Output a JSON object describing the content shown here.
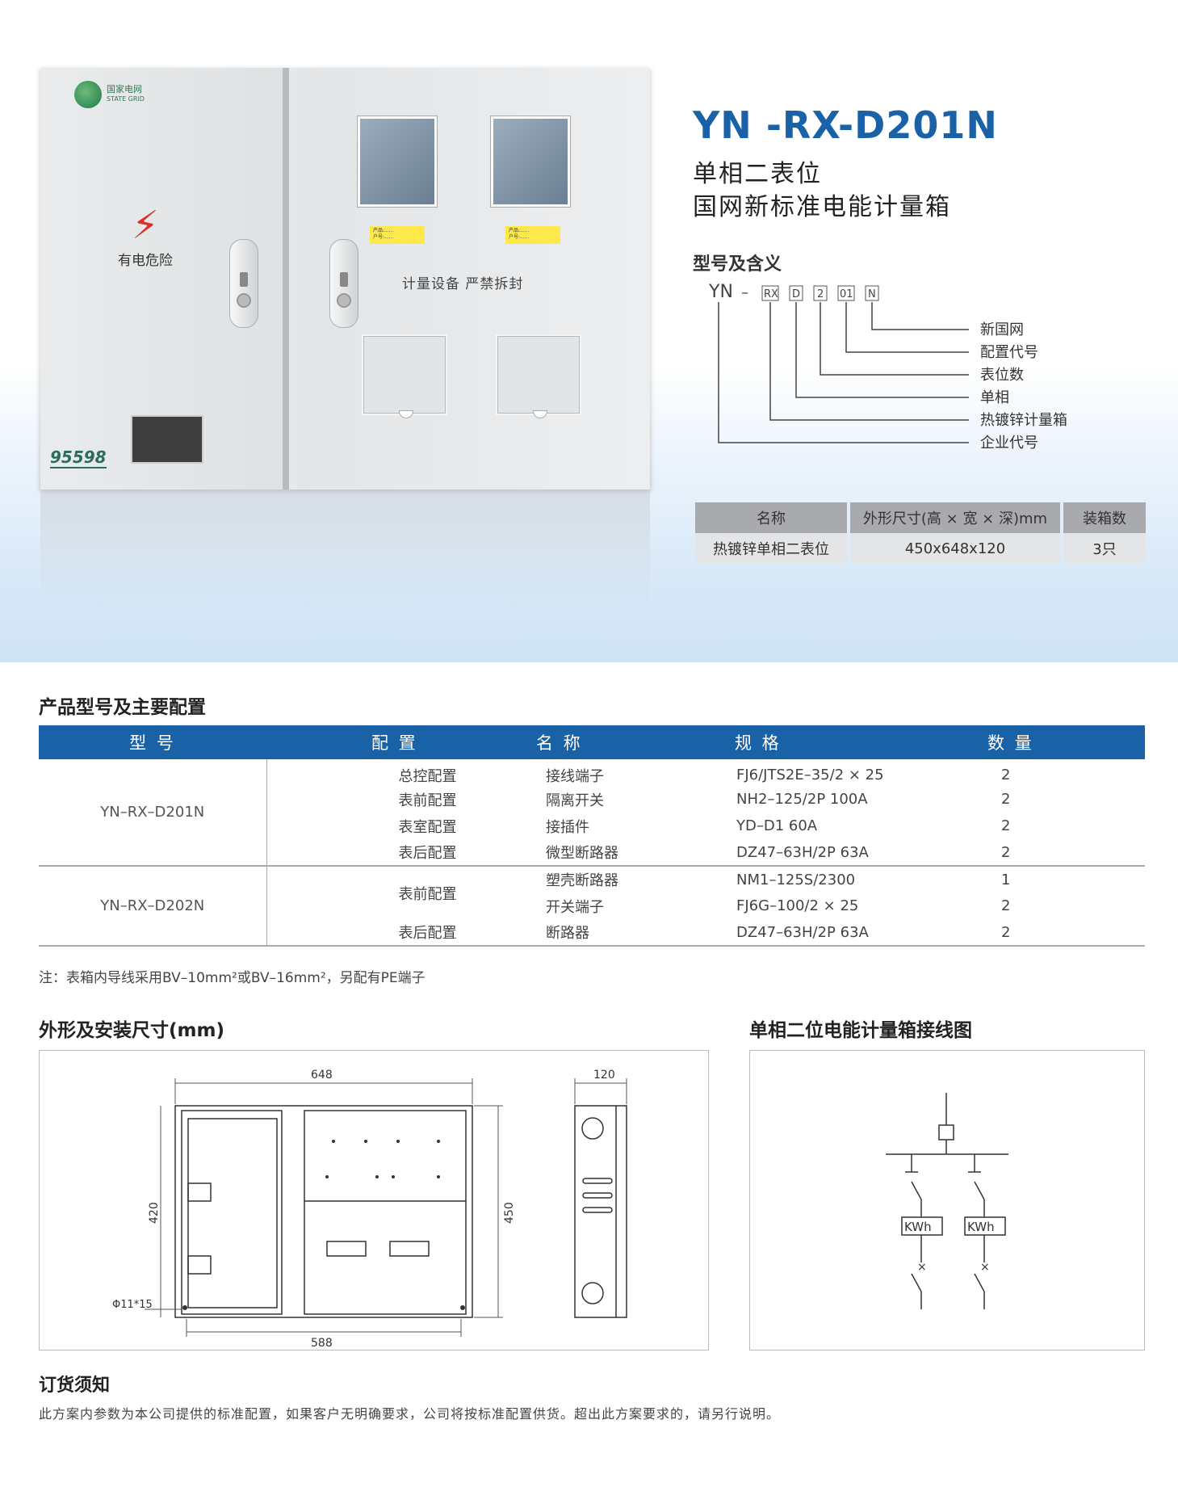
{
  "product": {
    "model": "YN -RX-D201N",
    "subtitle_line1": "单相二表位",
    "subtitle_line2": "国网新标准电能计量箱"
  },
  "cabinet": {
    "logo_text_cn": "国家电网",
    "logo_text_en": "STATE GRID",
    "danger_label": "有电危险",
    "notice_label": "计量设备 严禁拆封",
    "hotline": "95598"
  },
  "meaning": {
    "title": "型号及含义",
    "prefix": "YN",
    "dash": "–",
    "codes": [
      "RX",
      "D",
      "2",
      "01",
      "N"
    ],
    "legend": [
      "新国网",
      "配置代号",
      "表位数",
      "单相",
      "热镀锌计量箱",
      "企业代号"
    ]
  },
  "spec_table": {
    "headers": [
      "名称",
      "外形尺寸(高 × 宽 × 深)mm",
      "装箱数"
    ],
    "row": [
      "热镀锌单相二表位",
      "450x648x120",
      "3只"
    ]
  },
  "config": {
    "title": "产品型号及主要配置",
    "headers": [
      "型 号",
      "配 置",
      "名 称",
      "规 格",
      "数 量"
    ],
    "groups": [
      {
        "model": "YN–RX–D201N",
        "rows": [
          {
            "config": "总控配置",
            "name": "接线端子",
            "spec": "FJ6/JTS2E–35/2 × 25",
            "qty": "2"
          },
          {
            "config": "表前配置",
            "name": "隔离开关",
            "spec": "NH2–125/2P 100A",
            "qty": "2"
          },
          {
            "config": "表室配置",
            "name": "接插件",
            "spec": "YD–D1 60A",
            "qty": "2"
          },
          {
            "config": "表后配置",
            "name": "微型断路器",
            "spec": "DZ47–63H/2P 63A",
            "qty": "2"
          }
        ]
      },
      {
        "model": "YN–RX–D202N",
        "rows": [
          {
            "config": "表前配置",
            "name": "塑壳断路器",
            "spec": "NM1–125S/2300",
            "qty": "1"
          },
          {
            "config": "",
            "name": "开关端子",
            "spec": "FJ6G–100/2 × 25",
            "qty": "2"
          },
          {
            "config": "表后配置",
            "name": "断路器",
            "spec": "DZ47–63H/2P 63A",
            "qty": "2"
          }
        ]
      }
    ],
    "note": "注：表箱内导线采用BV–10mm²或BV–16mm²，另配有PE端子"
  },
  "dimensions": {
    "title": "外形及安装尺寸(mm)",
    "width": "648",
    "height_outer": "450",
    "height_inner": "420",
    "depth": "120",
    "mount_width": "588",
    "hole": "Φ11*15"
  },
  "wiring": {
    "title": "单相二位电能计量箱接线图",
    "meter_label": "KWh"
  },
  "order": {
    "title": "订货须知",
    "text": "此方案内参数为本公司提供的标准配置，如果客户无明确要求，公司将按标准配置供货。超出此方案要求的，请另行说明。"
  },
  "colors": {
    "accent": "#1a62a8",
    "danger": "#d8332a",
    "sticker": "#ffe94a"
  }
}
